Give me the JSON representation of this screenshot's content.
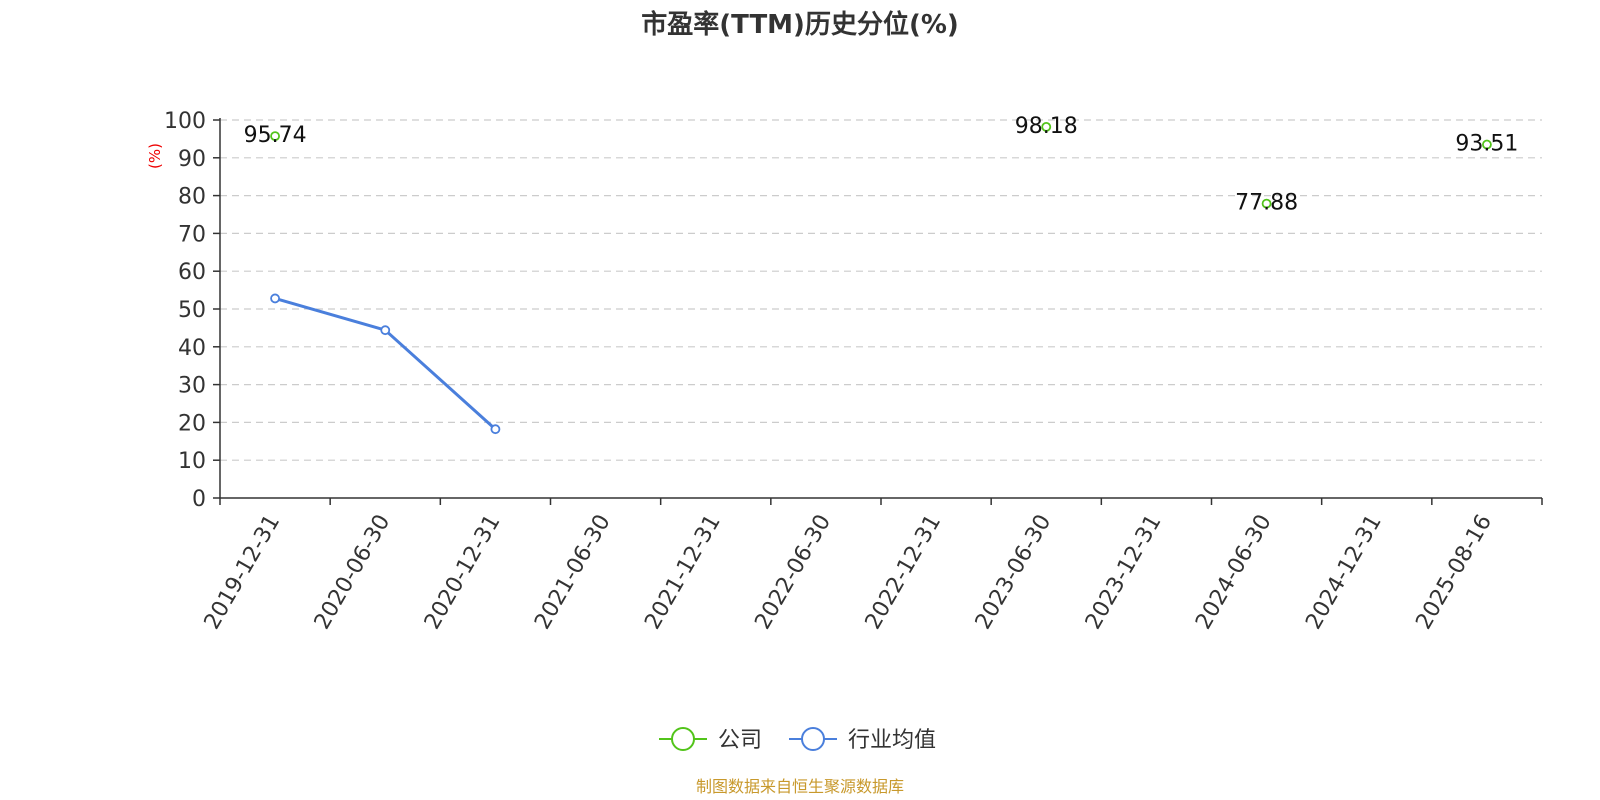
{
  "chart_data": {
    "type": "line",
    "title": "市盈率(TTM)历史分位(%)",
    "ylabel": "(%)",
    "xlabel": "",
    "ylim": [
      0,
      100
    ],
    "yticks": [
      0,
      10,
      20,
      30,
      40,
      50,
      60,
      70,
      80,
      90,
      100
    ],
    "categories": [
      "2019-12-31",
      "2020-06-30",
      "2020-12-31",
      "2021-06-30",
      "2021-12-31",
      "2022-06-30",
      "2022-12-31",
      "2023-06-30",
      "2023-12-31",
      "2024-06-30",
      "2024-12-31",
      "2025-08-16"
    ],
    "grid": "horizontal-dashed",
    "legend_position": "bottom",
    "series": [
      {
        "name": "公司",
        "color": "#52c41a",
        "values": [
          95.74,
          null,
          null,
          null,
          null,
          null,
          null,
          98.18,
          null,
          77.88,
          null,
          93.51
        ],
        "labels": [
          "95.74",
          null,
          null,
          null,
          null,
          null,
          null,
          "98.18",
          null,
          "77.88",
          null,
          "93.51"
        ]
      },
      {
        "name": "行业均值",
        "color": "#4a7fdc",
        "values": [
          52.8,
          44.4,
          18.2,
          null,
          null,
          null,
          null,
          null,
          null,
          null,
          null,
          null
        ]
      }
    ]
  },
  "source_note": "制图数据来自恒生聚源数据库"
}
